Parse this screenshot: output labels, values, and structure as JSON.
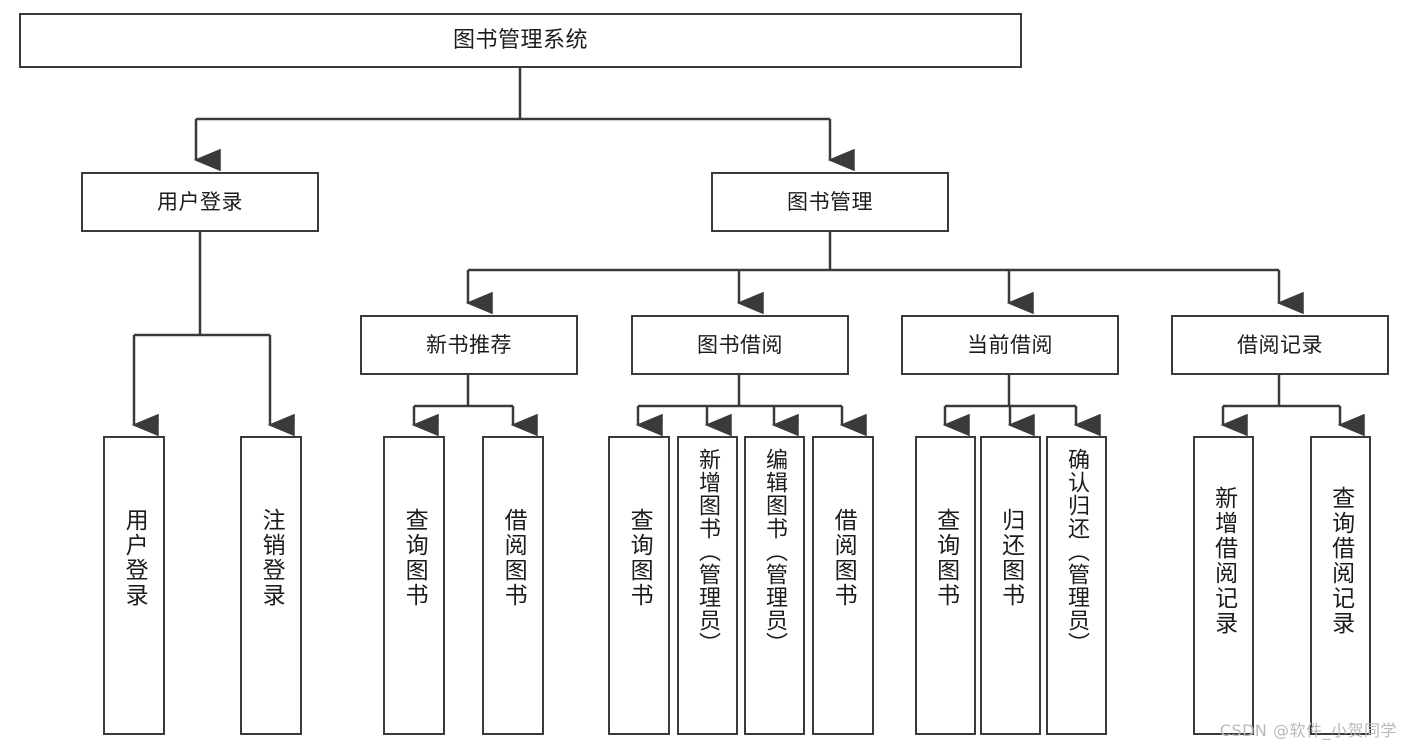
{
  "diagram": {
    "title": "图书管理系统",
    "type": "hierarchy-tree",
    "levels": 4,
    "watermark": "CSDN @软件_小贺同学",
    "colors": {
      "box_border": "#3a3a3a",
      "box_fill": "#ffffff",
      "connector": "#3a3a3a",
      "text": "#1c1c1c",
      "watermark": "#b9b9b9",
      "background": "#ffffff"
    }
  },
  "nodes": {
    "root": {
      "label": "图书管理系统"
    },
    "level2": [
      {
        "id": "user-login",
        "label": "用户登录"
      },
      {
        "id": "book-management",
        "label": "图书管理"
      }
    ],
    "level3": [
      {
        "id": "new-book-recommend",
        "label": "新书推荐"
      },
      {
        "id": "book-borrow",
        "label": "图书借阅"
      },
      {
        "id": "current-borrow",
        "label": "当前借阅"
      },
      {
        "id": "borrow-record",
        "label": "借阅记录"
      }
    ],
    "leaves": {
      "user_login": [
        {
          "id": "leaf-user-login",
          "label": "用户登录"
        },
        {
          "id": "leaf-logout",
          "label": "注销登录"
        }
      ],
      "new_book_recommend": [
        {
          "id": "leaf-query-book-1",
          "label": "查询图书"
        },
        {
          "id": "leaf-borrow-book-1",
          "label": "借阅图书"
        }
      ],
      "book_borrow": [
        {
          "id": "leaf-query-book-2",
          "label": "查询图书"
        },
        {
          "id": "leaf-add-book",
          "label": "新增图书（管理员）"
        },
        {
          "id": "leaf-edit-book",
          "label": "编辑图书（管理员）"
        },
        {
          "id": "leaf-borrow-book-2",
          "label": "借阅图书"
        }
      ],
      "current_borrow": [
        {
          "id": "leaf-query-book-3",
          "label": "查询图书"
        },
        {
          "id": "leaf-return-book",
          "label": "归还图书"
        },
        {
          "id": "leaf-confirm-return",
          "label": "确认归还（管理员）"
        }
      ],
      "borrow_record": [
        {
          "id": "leaf-add-record",
          "label": "新增借阅记录"
        },
        {
          "id": "leaf-query-record",
          "label": "查询借阅记录"
        }
      ]
    }
  }
}
